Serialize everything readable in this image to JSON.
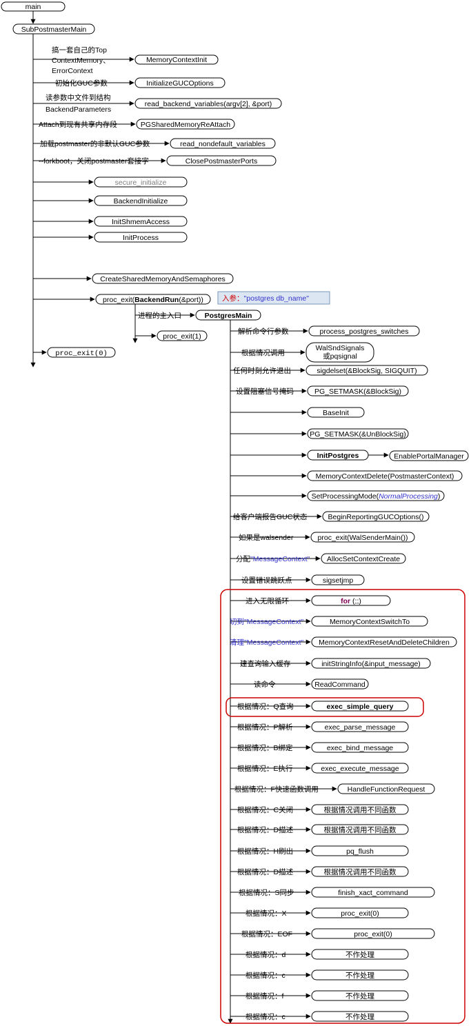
{
  "nodes": {
    "main": "main",
    "subpm": "SubPostmasterMain",
    "mci": "MemoryContextInit",
    "igo": "InitializeGUCOptions",
    "rbv": "read_backend_variables(argv[2], &port)",
    "pgra": "PGSharedMemoryReAttach",
    "rnv": "read_nondefault_variables",
    "cpp": "ClosePostmasterPorts",
    "si": "secure_initialize",
    "bi": "BackendInitialize",
    "isa": "InitShmemAccess",
    "ip": "InitProcess",
    "csm": "CreateSharedMemoryAndSemaphores",
    "pe_pre": "proc_exit(",
    "pe_bold": "BackendRun",
    "pe_post": "(&port))",
    "pe1": "proc_exit(1)",
    "pe0": "proc_exit(0)",
    "pgmain": "PostgresMain",
    "pps": "process_postgres_switches",
    "wss1": "WalSndSignals",
    "wss2": "或pqsignal",
    "sigdel": "sigdelset(&BlockSig, SIGQUIT)",
    "pgsm1": "PG_SETMASK(&BlockSig)",
    "baseinit": "BaseInit",
    "pgsm2": "PG_SETMASK(&UnBlockSig)",
    "initpg": "InitPostgres",
    "epm": "EnablePortalManager",
    "mcd": "MemoryContextDelete(PostmasterContext)",
    "spm_pre": "SetProcessingMode(",
    "spm_it": "NormalProcessing",
    "spm_post": ")",
    "brgo": "BeginReportingGUCOptions()",
    "pewsm": "proc_exit(WalSenderMain())",
    "ascc": "AllocSetContextCreate",
    "sigsetjmp": "sigsetjmp",
    "for_kw": "for",
    "for_rest": " (;;)",
    "mcst": "MemoryContextSwitchTo",
    "mcradc": "MemoryContextResetAndDeleteChildren",
    "isi": "initStringInfo(&input_message)",
    "rc": "ReadCommand",
    "esq": "exec_simple_query",
    "epm2": "exec_parse_message",
    "ebm": "exec_bind_message",
    "eem": "exec_execute_message",
    "hfr": "HandleFunctionRequest",
    "diff1": "根据情况调用不同函数",
    "diff2": "根据情况调用不同函数",
    "pqf": "pq_flush",
    "diff3": "根据情况调用不同函数",
    "fxc": "finish_xact_command",
    "pex": "proc_exit(0)",
    "peeof": "proc_exit(0)",
    "nop1": "不作处理",
    "nop2": "不作处理",
    "nop3": "不作处理",
    "nop4": "不作处理"
  },
  "labels": {
    "l_mci1": "搞一套自己的Top",
    "l_mci2": "ContextMemory、",
    "l_mci3": "ErrorContext",
    "l_igo": "初始化GUC参数",
    "l_rbv1": "读参数中文件到结构",
    "l_rbv2": "BackendParameters",
    "l_pgra": "Attach到现有共享内存段",
    "l_rnv": "加载postmaster的非默认GUC参数",
    "l_cpp": "--forkboot，关闭postmaster套接字",
    "l_pgmain": "进程的主入口",
    "l_pps": "解析命令行参数",
    "l_wss": "根据情况调用",
    "l_sigdel": "任何时刻允许退出",
    "l_pgsm1": "设置阻塞信号掩码",
    "l_brgo": "给客户端报告GUC状态",
    "l_pewsm": "如果是walsender",
    "l_ascc_pre": "分配",
    "l_ascc_q": "\"MessageContext\"",
    "l_sigsetjmp": "设置错误跳跃点",
    "l_for": "进入无限循环",
    "l_mcst": "切到\"MessageContext\"",
    "l_mcradc": "清理\"MessageContext\"",
    "l_isi": "建查询输入缓存",
    "l_rc": "读命令",
    "l_q": "根据情况：Q查询",
    "l_p": "根据情况：P解析",
    "l_b": "根据情况：B绑定",
    "l_e": "根据情况：E执行",
    "l_f": "根据情况：F快速函数调用",
    "l_c": "根据情况：C关闭",
    "l_d1": "根据情况：D描述",
    "l_h": "根据情况：H刷出",
    "l_d2": "根据情况：D描述",
    "l_s": "根据情况：S同步",
    "l_x": "根据情况：X",
    "l_eof": "根据情况：EOF",
    "l_dd": "根据情况：d",
    "l_cc": "根据情况：c",
    "l_ff": "根据情况：f",
    "l_cc2": "根据情况：c"
  },
  "note": {
    "prefix": "入参：",
    "value": "\"postgres db_name\""
  },
  "colors": {
    "red_box": "#cc0000",
    "blue_text": "#3333cc",
    "for_keyword": "#7f0055",
    "note_fill": "#dce6f2",
    "prefix_red": "#cc0000"
  }
}
